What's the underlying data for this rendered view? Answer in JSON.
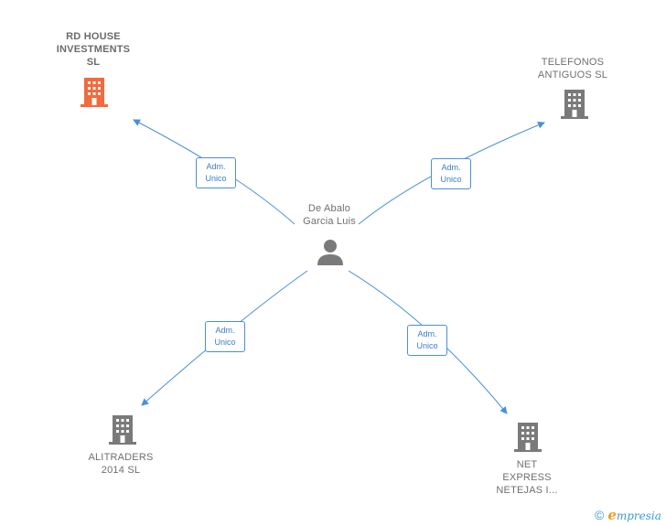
{
  "center": {
    "name": "De Abalo\nGarcia Luis"
  },
  "companies": [
    {
      "id": "rd",
      "name": "RD HOUSE\nINVESTMENTS\nSL",
      "highlight": true
    },
    {
      "id": "tel",
      "name": "TELEFONOS\nANTIGUOS SL",
      "highlight": false
    },
    {
      "id": "ali",
      "name": "ALITRADERS\n2014  SL",
      "highlight": false
    },
    {
      "id": "net",
      "name": "NET\nEXPRESS\nNETEJAS I...",
      "highlight": false
    }
  ],
  "roles": [
    {
      "line1": "Adm.",
      "line2": "Unico"
    },
    {
      "line1": "Adm.",
      "line2": "Unico"
    },
    {
      "line1": "Adm.",
      "line2": "Unico"
    },
    {
      "line1": "Adm.",
      "line2": "Unico"
    }
  ],
  "colors": {
    "edge": "#4a90d9",
    "highlight_building": "#f26a3d",
    "building": "#7a7a7a",
    "person": "#7a7a7a"
  },
  "footer": {
    "copyright": "©",
    "brand_initial": "e",
    "brand_rest": "mpresia"
  }
}
